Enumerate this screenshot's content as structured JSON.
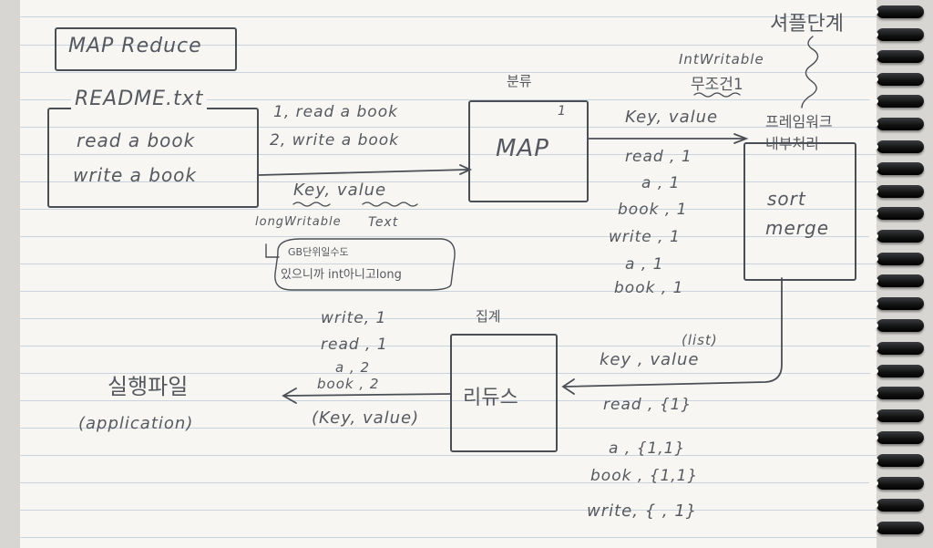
{
  "title": "MAP Reduce",
  "shuffle_label": "셔플단계",
  "input_file": {
    "name": "README.txt",
    "lines": [
      "read a book",
      "write a book"
    ]
  },
  "input_records": [
    "1, read a book",
    "2, write a book"
  ],
  "input_kv": {
    "label": "Key, value",
    "key_type": "longWritable",
    "value_type": "Text",
    "note_line1": "GB단위일수도",
    "note_line2": "있으니까 int아니고long"
  },
  "map": {
    "box_label": "MAP",
    "box_corner": "1",
    "above_label": "분류",
    "out_label": "Key, value",
    "out_type": "IntWritable",
    "out_note": "무조건1",
    "pairs": [
      "read , 1",
      "a , 1",
      "book , 1",
      "write , 1",
      "a , 1",
      "book , 1"
    ]
  },
  "framework": {
    "label_line1": "프레임워크",
    "label_line2": "내부처리",
    "step1": "sort",
    "step2": "merge"
  },
  "reduce_input": {
    "list_note": "(list)",
    "label": "key , value",
    "pairs": [
      "read , {1}",
      "a , {1,1}",
      "book , {1,1}",
      "write, { , 1}"
    ]
  },
  "reducer": {
    "box_label": "리듀스",
    "above_label": "집계",
    "outputs": [
      "write, 1",
      "read , 1",
      "a , 2",
      "book , 2"
    ],
    "out_label": "(Key, value)"
  },
  "executable": {
    "label": "실행파일",
    "sub_label": "(application)"
  }
}
